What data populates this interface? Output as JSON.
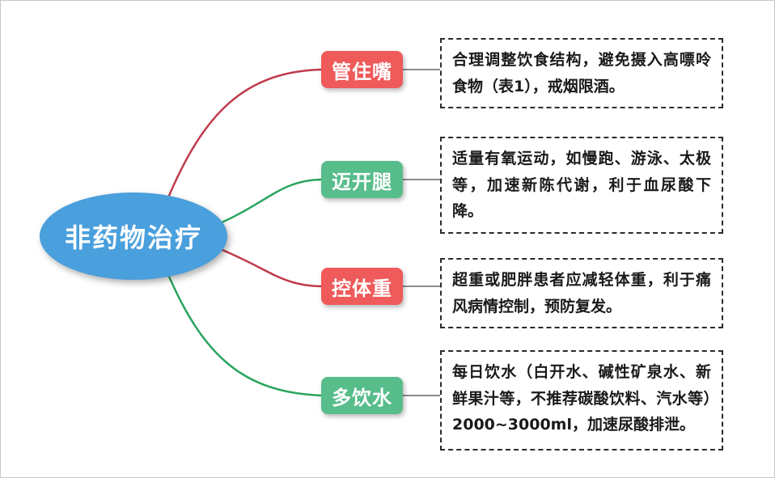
{
  "diagram": {
    "root": {
      "label": "非药物治疗"
    },
    "branches": [
      {
        "label": "管住嘴",
        "description": "合理调整饮食结构，避免摄入高嘌呤食物（表1），戒烟限酒。",
        "color": "#ef5a5a"
      },
      {
        "label": "迈开腿",
        "description": "适量有氧运动，如慢跑、游泳、太极等，加速新陈代谢，利于血尿酸下降。",
        "color": "#57bd8a"
      },
      {
        "label": "控体重",
        "description": "超重或肥胖患者应减轻体重，利于痛风病情控制，预防复发。",
        "color": "#ef5a5a"
      },
      {
        "label": "多饮水",
        "description": "每日饮水（白开水、碱性矿泉水、新鲜果汁等，不推荐碳酸饮料、汽水等）2000~3000ml，加速尿酸排泄。",
        "color": "#57bd8a"
      }
    ],
    "colors": {
      "root_fill": "#4a9fdd",
      "line_red": "#c0394b",
      "line_green": "#2aa45e",
      "connector_gray": "#8c8c8c"
    }
  }
}
